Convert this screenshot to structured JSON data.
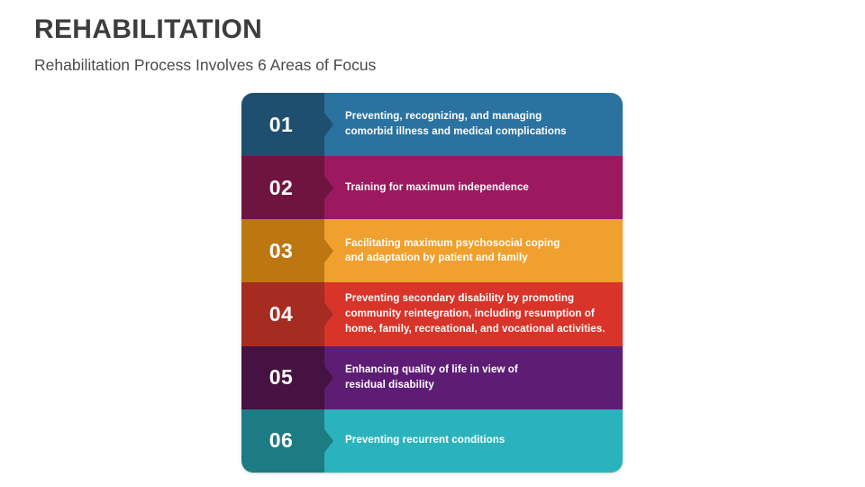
{
  "header": {
    "title": "REHABILITATION",
    "subtitle": "Rehabilitation Process Involves 6 Areas of Focus"
  },
  "diagram": {
    "type": "numbered-chevron-list",
    "rows": [
      {
        "number": "01",
        "text": "Preventing, recognizing, and managing\ncomorbid illness and medical complications",
        "dark_color": "#1e4f6e",
        "light_color": "#2a72a0"
      },
      {
        "number": "02",
        "text": "Training for maximum independence",
        "dark_color": "#6f143f",
        "light_color": "#9c1960"
      },
      {
        "number": "03",
        "text": "Facilitating maximum psychosocial coping\nand adaptation by patient and family",
        "dark_color": "#bd7710",
        "light_color": "#f0a02e"
      },
      {
        "number": "04",
        "text": "Preventing secondary disability by promoting\ncommunity reintegration, including resumption of\nhome, family, recreational, and vocational activities.",
        "dark_color": "#a62b20",
        "light_color": "#d8342a"
      },
      {
        "number": "05",
        "text": "Enhancing quality of life in view of\nresidual disability",
        "dark_color": "#451241",
        "light_color": "#5e1d75"
      },
      {
        "number": "06",
        "text": "Preventing recurrent conditions",
        "dark_color": "#1d7c83",
        "light_color": "#2bb3bd"
      }
    ]
  }
}
